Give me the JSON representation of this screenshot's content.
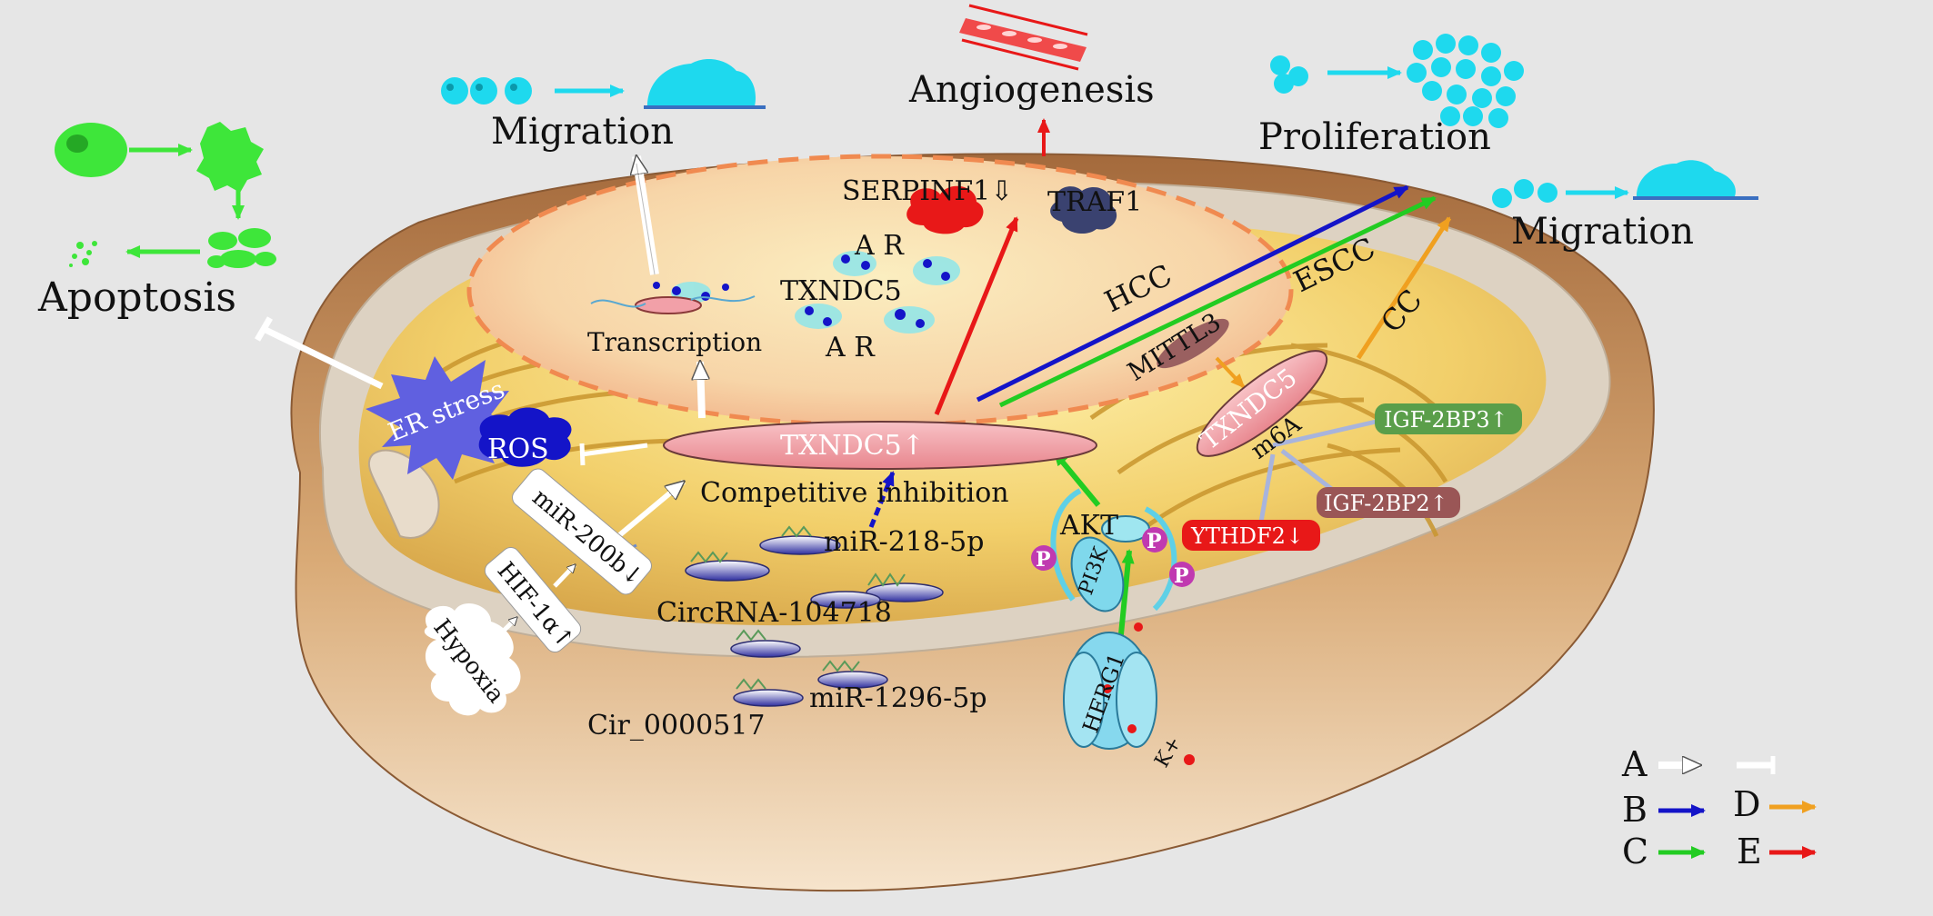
{
  "outcomes": {
    "apoptosis": "Apoptosis",
    "migration_left": "Migration",
    "angiogenesis": "Angiogenesis",
    "proliferation": "Proliferation",
    "migration_right": "Migration"
  },
  "nucleus": {
    "ar_top": "A R",
    "txndc5": "TXNDC5",
    "ar_bottom": "A R",
    "transcription": "Transcription"
  },
  "factors": {
    "serpinf1": "SERPINF1⇩",
    "traf1": "TRAF1",
    "er_stress": "ER stress",
    "ros": "ROS",
    "txndc5_center": "TXNDC5↑",
    "competitive_inhibition": "Competitive inhibition",
    "mir200b": "miR-200b↓",
    "hif1a": "HIF-1α↑",
    "hypoxia": "Hypoxia",
    "mir218": "miR-218-5p",
    "circrna": "CircRNA-104718",
    "mir1296": "miR-1296-5p",
    "cir517": "Cir_0000517",
    "akt": "AKT",
    "pi3k": "PI3K",
    "herg1": "HERG1",
    "k_ion": "K+",
    "p1": "P",
    "p2": "P",
    "p3": "P",
    "mettl3": "MITTL3",
    "txndc5_right": "TXNDC5",
    "m6a": "m6A",
    "igf2bp3": "IGF-2BP3↑",
    "igf2bp2": "IGF-2BP2↑",
    "ythdf2": "YTHDF2↓"
  },
  "cancers": {
    "hcc": "HCC",
    "escc": "ESCC",
    "cc": "CC"
  },
  "legend": {
    "a": "A",
    "b": "B",
    "c": "C",
    "d": "D",
    "e": "E"
  },
  "colors": {
    "a": "#ffffff",
    "b": "#1414c8",
    "c": "#22cc22",
    "d": "#f0a020",
    "e": "#e81818",
    "cyan": "#1ed9ee",
    "green": "#3ee63a",
    "txndc5": "#f2a0a8"
  }
}
